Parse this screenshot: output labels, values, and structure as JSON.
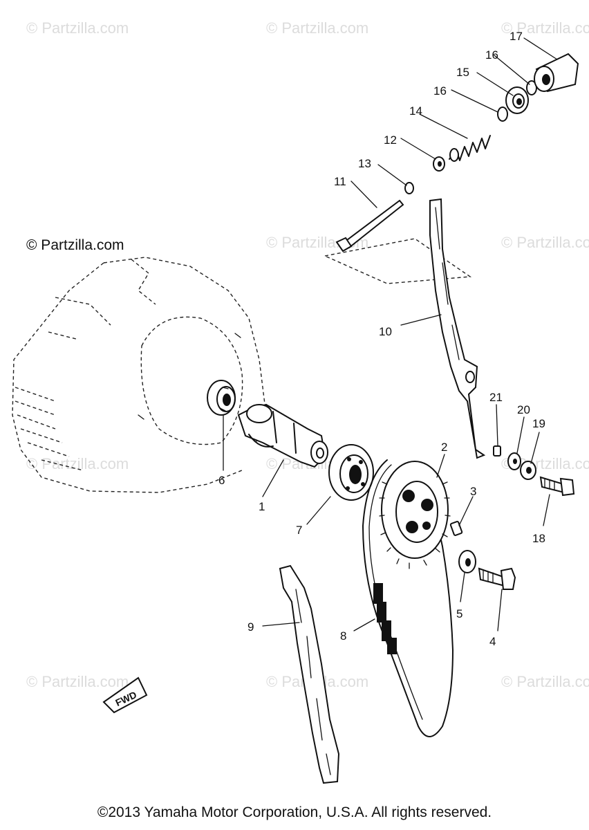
{
  "watermarks": {
    "text": "© Partzilla.com",
    "dark_text": "© Partzilla.com"
  },
  "copyright": "©2013 Yamaha Motor Corporation, U.S.A. All rights reserved.",
  "fwd_label": "FWD",
  "callouts": [
    "1",
    "2",
    "3",
    "4",
    "5",
    "6",
    "7",
    "8",
    "9",
    "10",
    "11",
    "12",
    "13",
    "14",
    "15",
    "16",
    "16",
    "17",
    "18",
    "19",
    "20",
    "21"
  ]
}
